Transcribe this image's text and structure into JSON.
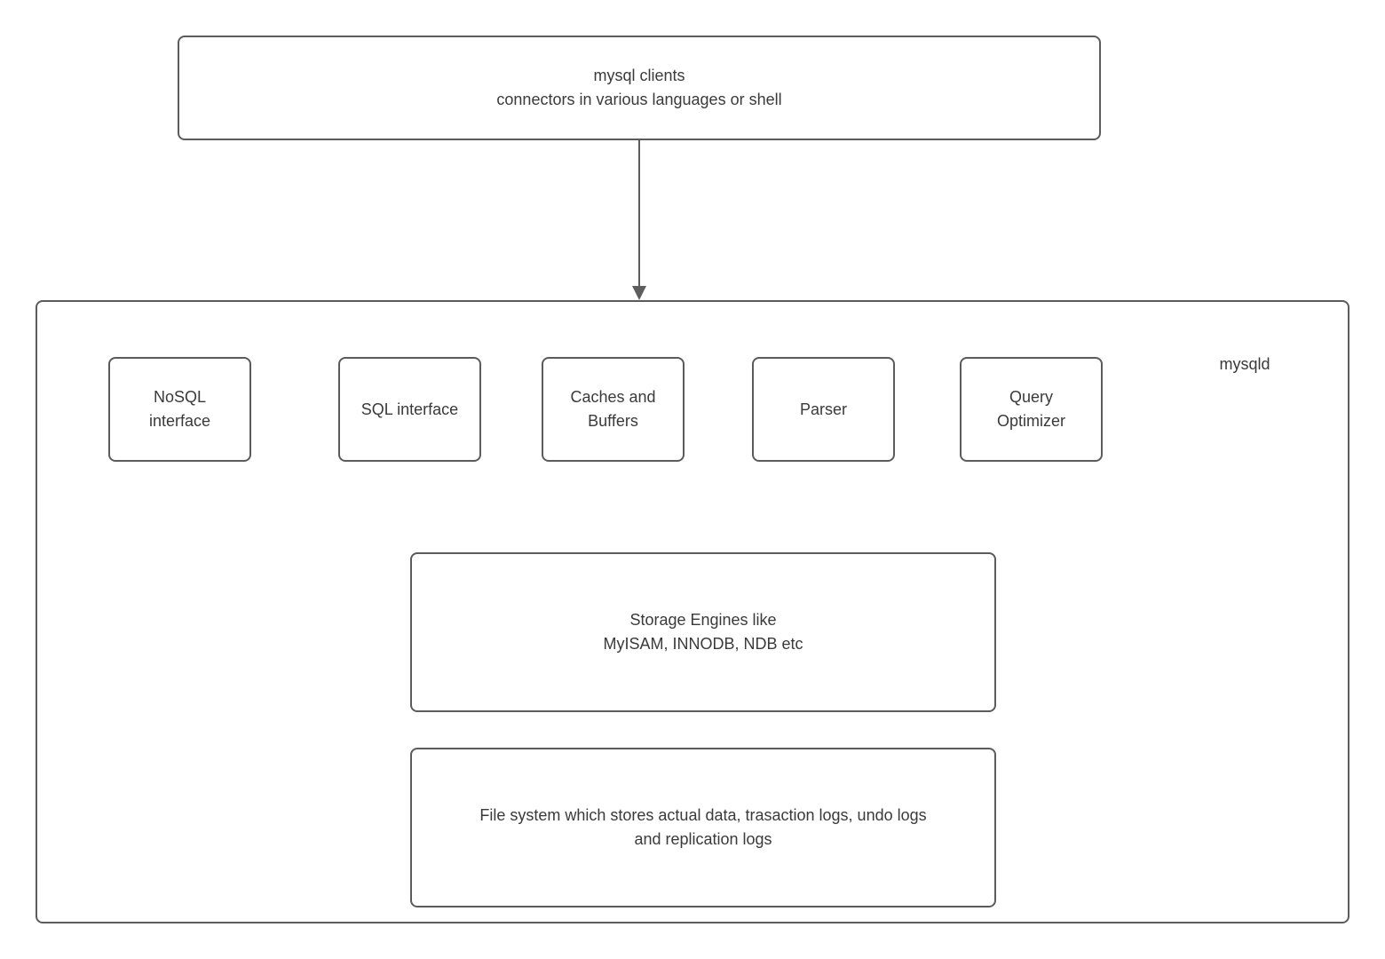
{
  "diagram": {
    "clients_box": {
      "line1": "mysql clients",
      "line2": "connectors in various languages or shell"
    },
    "mysqld_label": "mysqld",
    "components": [
      {
        "line1": "NoSQL",
        "line2": "interface"
      },
      {
        "line1": "SQL interface",
        "line2": ""
      },
      {
        "line1": "Caches and",
        "line2": "Buffers"
      },
      {
        "line1": "Parser",
        "line2": ""
      },
      {
        "line1": "Query",
        "line2": "Optimizer"
      }
    ],
    "storage_box": {
      "line1": "Storage Engines like",
      "line2": "MyISAM, INNODB, NDB etc"
    },
    "filesystem_box": {
      "line1": "File system which stores actual data, trasaction logs, undo logs",
      "line2": "and replication logs"
    },
    "colors": {
      "border": "#5b5b5b",
      "arrow": "#5e5e5e",
      "text": "#3a3a3a",
      "background": "#ffffff"
    }
  }
}
